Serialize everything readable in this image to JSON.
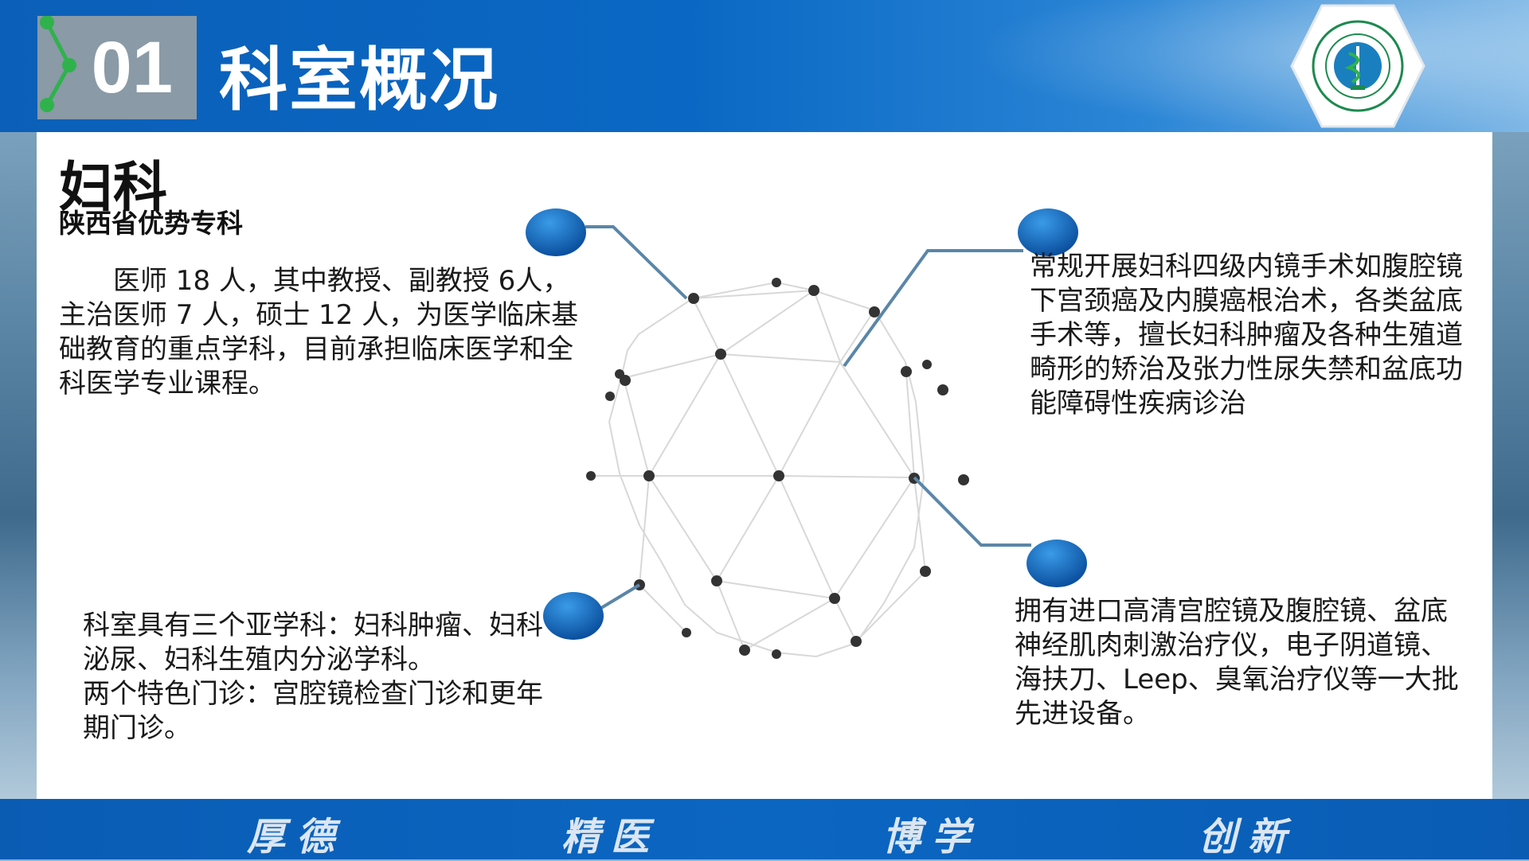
{
  "header": {
    "number": "01",
    "title": "科室概况"
  },
  "section": {
    "title": "妇科",
    "subtitle": "陕西省优势专科"
  },
  "paragraphs": {
    "staff": "医师 18 人，其中教授、副教授 6人，主治医师 7 人，硕士 12 人，为医学临床基础教育的重点学科，目前承担临床医学和全科医学专业课程。",
    "subspecialty": "科室具有三个亚学科：妇科肿瘤、妇科泌尿、妇科生殖内分泌学科。\n两个特色门诊：宫腔镜检查门诊和更年期门诊。",
    "surgery": "常规开展妇科四级内镜手术如腹腔镜下宫颈癌及内膜癌根治术，各类盆底手术等，擅长妇科肿瘤及各种生殖道畸形的矫治及张力性尿失禁和盆底功能障碍性疾病诊治",
    "equipment": "拥有进口高清宫腔镜及腹腔镜、盆底神经肌肉刺激治疗仪，电子阴道镜、海扶刀、Leep、臭氧治疗仪等一大批先进设备。"
  },
  "footer": {
    "motto": [
      "厚德",
      "精医",
      "博学",
      "创新"
    ]
  },
  "colors": {
    "header_blue": "#0a68c4",
    "node_blue": "#0b63c1",
    "connector": "#5a86a8",
    "network_dot": "#333333"
  },
  "icons": {
    "logo": "hospital-emblem-icon",
    "molecule": "molecule-icon"
  }
}
